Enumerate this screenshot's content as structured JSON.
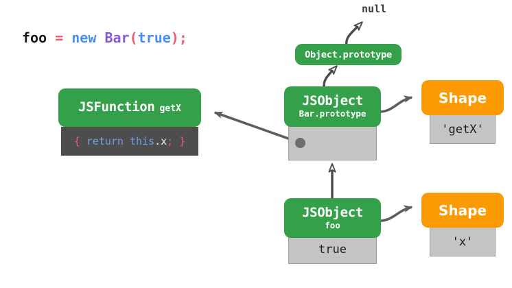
{
  "diagram": {
    "title": "JS object shape / prototype chain diagram",
    "background": "#ffffff",
    "colors": {
      "green": "#35a04a",
      "orange": "#fb9a03",
      "gray_body": "#c4c4c4",
      "gray_border": "#9b9b9b",
      "dark_body": "#4d4d4d",
      "arrow": "#5e5e5e",
      "text_dark": "#1c1c1c",
      "kw_blue": "#4b8df8",
      "class_purple": "#8557d6",
      "op_red": "#ef5c6e"
    }
  },
  "code_line": {
    "tokens": [
      {
        "text": "foo",
        "kind": "plain"
      },
      {
        "text": " ",
        "kind": "plain"
      },
      {
        "text": "=",
        "kind": "op"
      },
      {
        "text": " ",
        "kind": "plain"
      },
      {
        "text": "new",
        "kind": "kw"
      },
      {
        "text": " ",
        "kind": "plain"
      },
      {
        "text": "Bar",
        "kind": "cls"
      },
      {
        "text": "(",
        "kind": "punc"
      },
      {
        "text": "true",
        "kind": "bool"
      },
      {
        "text": ");",
        "kind": "punc"
      }
    ],
    "full_text": "foo = new Bar(true);"
  },
  "nodes": {
    "jsfunction": {
      "type": "JSFunction",
      "title": "JSFunction",
      "subtitle": "getX",
      "header_color": "#35a04a",
      "body_color": "#4d4d4d",
      "code": {
        "open_brace": "{",
        "keyword": "return",
        "this_kw": "this",
        "dot": ".",
        "prop": "x",
        "semicolon": ";",
        "close_brace": "}",
        "full_text": "{ return this.x; }"
      }
    },
    "object_prototype": {
      "label": "Object.prototype",
      "header_color": "#35a04a"
    },
    "null_label": {
      "label": "null"
    },
    "bar_prototype": {
      "title": "JSObject",
      "subtitle": "Bar.prototype",
      "header_color": "#35a04a",
      "slot_value": "",
      "slot_is_pointer": true
    },
    "foo_object": {
      "title": "JSObject",
      "subtitle": "foo",
      "header_color": "#35a04a",
      "slot_value": "true"
    },
    "shape_getx": {
      "title": "Shape",
      "header_color": "#fb9a03",
      "slot_value": "'getX'"
    },
    "shape_x": {
      "title": "Shape",
      "header_color": "#fb9a03",
      "slot_value": "'x'"
    }
  },
  "edges": [
    {
      "name": "bar-prototype-slot-to-jsfunction",
      "from": "bar_prototype.slot",
      "to": "jsfunction.header",
      "arrowhead": "solid",
      "meaning": "getX slot holds JSFunction"
    },
    {
      "name": "bar-prototype-to-object-prototype",
      "from": "bar_prototype",
      "to": "object_prototype",
      "arrowhead": "hollow",
      "meaning": "[[Prototype]]"
    },
    {
      "name": "object-prototype-to-null",
      "from": "object_prototype",
      "to": "null_label",
      "arrowhead": "hollow",
      "meaning": "[[Prototype]] is null"
    },
    {
      "name": "foo-to-bar-prototype",
      "from": "foo_object",
      "to": "bar_prototype",
      "arrowhead": "hollow",
      "meaning": "[[Prototype]]"
    },
    {
      "name": "bar-prototype-to-shape-getx",
      "from": "bar_prototype",
      "to": "shape_getx",
      "arrowhead": "solid",
      "meaning": "shape pointer"
    },
    {
      "name": "foo-to-shape-x",
      "from": "foo_object",
      "to": "shape_x",
      "arrowhead": "solid",
      "meaning": "shape pointer"
    }
  ]
}
